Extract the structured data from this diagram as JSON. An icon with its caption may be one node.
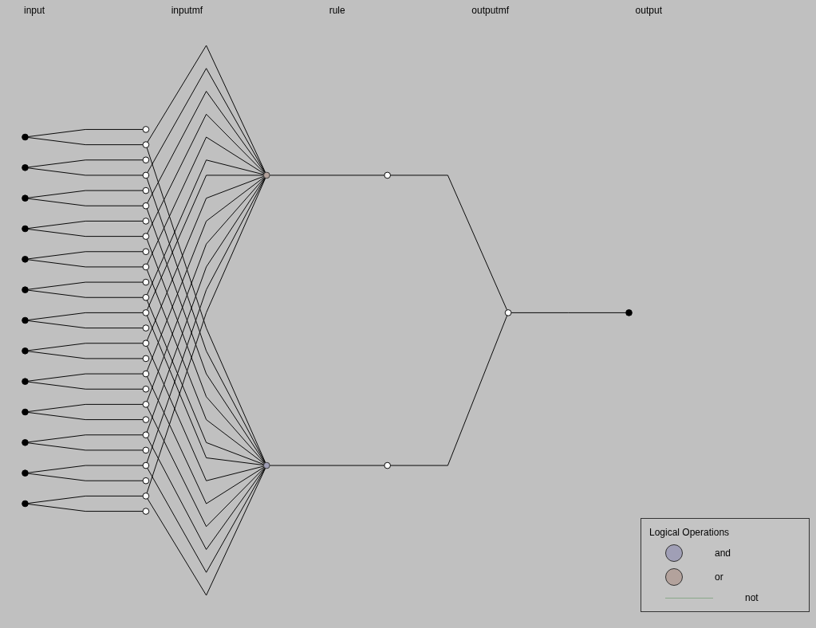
{
  "diagram": {
    "nodes": [
      {
        "text": [],
        "shape": "circle"
      },
      {
        "text": [],
        "shape": "circle"
      },
      {
        "text": [],
        "shape": "circle"
      },
      {
        "text": [],
        "shape": "circle"
      },
      {
        "text": [],
        "shape": "circle"
      },
      {
        "text": [],
        "shape": "circle"
      },
      {
        "text": [],
        "shape": "circle"
      },
      {
        "text": [],
        "shape": "circle"
      },
      {
        "text": [],
        "shape": "circle"
      },
      {
        "text": [],
        "shape": "circle"
      },
      {
        "text": [],
        "shape": "circle"
      },
      {
        "text": [],
        "shape": "circle"
      },
      {
        "text": [],
        "shape": "circle"
      },
      {
        "text": [],
        "shape": "circle"
      },
      {
        "text": [],
        "shape": "circle"
      },
      {
        "text": [],
        "shape": "circle"
      },
      {
        "text": [],
        "shape": "circle"
      },
      {
        "text": [],
        "shape": "circle"
      },
      {
        "text": [],
        "shape": "circle"
      },
      {
        "text": [],
        "shape": "circle"
      },
      {
        "text": [],
        "shape": "circle"
      },
      {
        "text": [],
        "shape": "circle"
      },
      {
        "text": [],
        "shape": "circle"
      },
      {
        "text": [],
        "shape": "circle"
      },
      {
        "text": [],
        "shape": "circle"
      },
      {
        "text": [],
        "shape": "circle"
      },
      {
        "text": [],
        "shape": "circle"
      },
      {
        "text": [],
        "shape": "circle"
      },
      {
        "text": [],
        "shape": "circle"
      },
      {
        "text": [],
        "shape": "circle"
      },
      {
        "text": [],
        "shape": "circle"
      },
      {
        "text": [],
        "shape": "circle"
      },
      {
        "text": [],
        "shape": "circle"
      },
      {
        "text": [],
        "shape": "circle"
      },
      {
        "text": [],
        "shape": "circle"
      },
      {
        "text": [],
        "shape": "circle"
      },
      {
        "text": [],
        "shape": "circle"
      },
      {
        "text": [],
        "shape": "circle"
      },
      {
        "text": [],
        "shape": "circle"
      },
      {
        "text": [],
        "shape": "circle"
      },
      {
        "text": [],
        "shape": "circle"
      },
      {
        "text": [],
        "shape": "circle"
      },
      {
        "text": [],
        "shape": "circle"
      },
      {
        "text": [],
        "shape": "circle"
      },
      {
        "text": [],
        "shape": "circle"
      }
    ],
    "edges": [
      {
        "from": 0,
        "to": 13,
        "arrow": "none"
      },
      {
        "from": 0,
        "to": 14,
        "arrow": "none"
      },
      {
        "from": 1,
        "to": 15,
        "arrow": "none"
      },
      {
        "from": 1,
        "to": 16,
        "arrow": "none"
      },
      {
        "from": 2,
        "to": 17,
        "arrow": "none"
      },
      {
        "from": 2,
        "to": 18,
        "arrow": "none"
      },
      {
        "from": 3,
        "to": 19,
        "arrow": "none"
      },
      {
        "from": 3,
        "to": 20,
        "arrow": "none"
      },
      {
        "from": 4,
        "to": 21,
        "arrow": "none"
      },
      {
        "from": 4,
        "to": 22,
        "arrow": "none"
      },
      {
        "from": 5,
        "to": 23,
        "arrow": "none"
      },
      {
        "from": 5,
        "to": 24,
        "arrow": "none"
      },
      {
        "from": 6,
        "to": 25,
        "arrow": "none"
      },
      {
        "from": 6,
        "to": 26,
        "arrow": "none"
      },
      {
        "from": 7,
        "to": 27,
        "arrow": "none"
      },
      {
        "from": 7,
        "to": 28,
        "arrow": "none"
      },
      {
        "from": 8,
        "to": 29,
        "arrow": "none"
      },
      {
        "from": 8,
        "to": 30,
        "arrow": "none"
      },
      {
        "from": 9,
        "to": 31,
        "arrow": "none"
      },
      {
        "from": 9,
        "to": 32,
        "arrow": "none"
      },
      {
        "from": 10,
        "to": 33,
        "arrow": "none"
      },
      {
        "from": 10,
        "to": 34,
        "arrow": "none"
      },
      {
        "from": 11,
        "to": 35,
        "arrow": "none"
      },
      {
        "from": 11,
        "to": 36,
        "arrow": "none"
      },
      {
        "from": 12,
        "to": 37,
        "arrow": "none"
      },
      {
        "from": 12,
        "to": 38,
        "arrow": "none"
      },
      {
        "from": 14,
        "to": 39,
        "arrow": "none"
      },
      {
        "from": 14,
        "to": 40,
        "arrow": "none"
      },
      {
        "from": 16,
        "to": 39,
        "arrow": "none"
      },
      {
        "from": 16,
        "to": 40,
        "arrow": "none"
      },
      {
        "from": 18,
        "to": 39,
        "arrow": "none"
      },
      {
        "from": 18,
        "to": 40,
        "arrow": "none"
      },
      {
        "from": 20,
        "to": 39,
        "arrow": "none"
      },
      {
        "from": 20,
        "to": 40,
        "arrow": "none"
      },
      {
        "from": 22,
        "to": 39,
        "arrow": "none"
      },
      {
        "from": 22,
        "to": 40,
        "arrow": "none"
      },
      {
        "from": 24,
        "to": 39,
        "arrow": "none"
      },
      {
        "from": 24,
        "to": 40,
        "arrow": "none"
      },
      {
        "from": 25,
        "to": 39,
        "arrow": "none"
      },
      {
        "from": 25,
        "to": 40,
        "arrow": "none"
      },
      {
        "from": 27,
        "to": 39,
        "arrow": "none"
      },
      {
        "from": 27,
        "to": 40,
        "arrow": "none"
      },
      {
        "from": 29,
        "to": 39,
        "arrow": "none"
      },
      {
        "from": 29,
        "to": 40,
        "arrow": "none"
      },
      {
        "from": 31,
        "to": 39,
        "arrow": "none"
      },
      {
        "from": 31,
        "to": 40,
        "arrow": "none"
      },
      {
        "from": 33,
        "to": 39,
        "arrow": "none"
      },
      {
        "from": 33,
        "to": 40,
        "arrow": "none"
      },
      {
        "from": 35,
        "to": 39,
        "arrow": "none"
      },
      {
        "from": 35,
        "to": 40,
        "arrow": "none"
      },
      {
        "from": 37,
        "to": 39,
        "arrow": "none"
      },
      {
        "from": 37,
        "to": 40,
        "arrow": "none"
      },
      {
        "from": 39,
        "to": 41,
        "arrow": "none"
      },
      {
        "from": 40,
        "to": 42,
        "arrow": "none"
      },
      {
        "from": 41,
        "to": 43,
        "arrow": "none"
      },
      {
        "from": 42,
        "to": 43,
        "arrow": "none"
      },
      {
        "from": 43,
        "to": 44,
        "arrow": "none"
      }
    ],
    "labels": [
      "input",
      "inputmf",
      "rule",
      "outputmf",
      "output",
      "Logical Operations"
    ],
    "legend": [
      {
        "text": "and",
        "color": "#a09fb6"
      },
      {
        "text": "or",
        "color": "#b3a29c"
      },
      {
        "text": "not"
      }
    ]
  }
}
